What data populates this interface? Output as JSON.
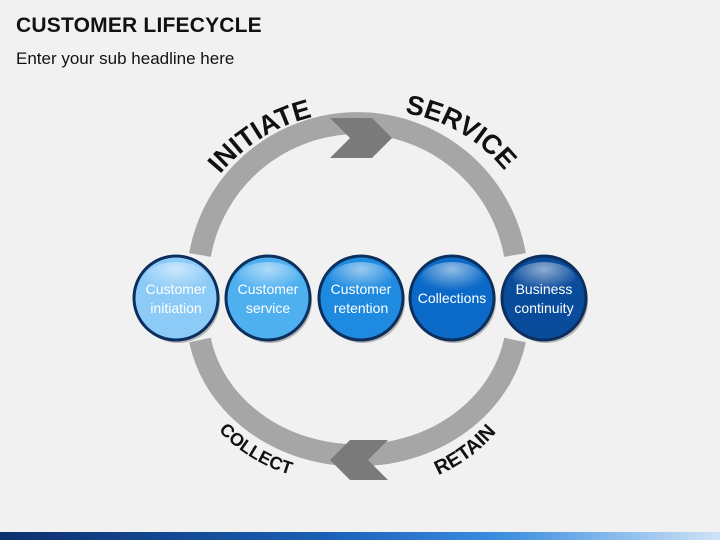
{
  "header": {
    "title": "CUSTOMER LIFECYCLE",
    "subtitle": "Enter your sub headline here"
  },
  "arc_labels": {
    "initiate": "INITIATE",
    "service": "SERVICE",
    "collect": "COLLECT",
    "retain": "RETAIN"
  },
  "stages": [
    {
      "line1": "Customer",
      "line2": "initiation",
      "color": "#8ccbf7"
    },
    {
      "line1": "Customer",
      "line2": "service",
      "color": "#4fb0f0"
    },
    {
      "line1": "Customer",
      "line2": "retention",
      "color": "#1f8be0"
    },
    {
      "line1": "Collections",
      "line2": "",
      "color": "#0b6ac8"
    },
    {
      "line1": "Business",
      "line2": "continuity",
      "color": "#0a4c9c"
    }
  ],
  "colors": {
    "ring": "#a6a6a6",
    "arrow": "#7a7a7a",
    "label_text": "#111111",
    "stage_text": "#ffffff"
  }
}
